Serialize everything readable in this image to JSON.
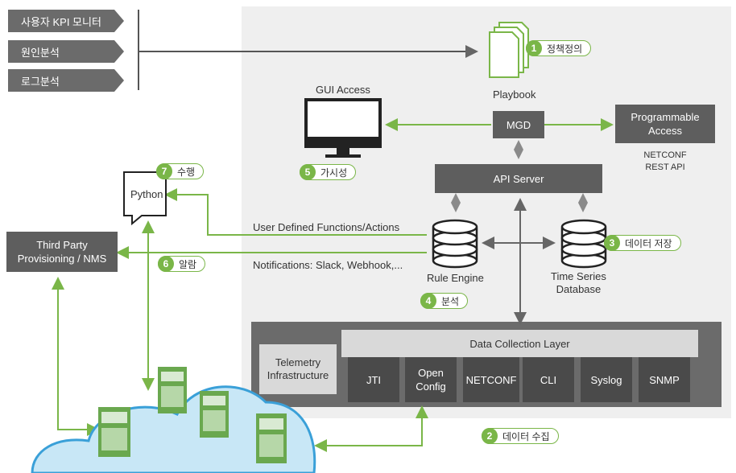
{
  "menu": [
    {
      "label": "사용자 KPI 모니터"
    },
    {
      "label": "원인분석"
    },
    {
      "label": "로그분석"
    }
  ],
  "steps": [
    {
      "num": "1",
      "label": "정책정의"
    },
    {
      "num": "2",
      "label": "데이터 수집"
    },
    {
      "num": "3",
      "label": "데이터 저장"
    },
    {
      "num": "4",
      "label": "분석"
    },
    {
      "num": "5",
      "label": "가시성"
    },
    {
      "num": "6",
      "label": "알람"
    },
    {
      "num": "7",
      "label": "수행"
    }
  ],
  "nodes": {
    "playbook": "Playbook",
    "gui_access": "GUI Access",
    "mgd": "MGD",
    "programmable_access": "Programmable Access",
    "netconf_rest": "NETCONF\nREST API",
    "api_server": "API Server",
    "rule_engine": "Rule Engine",
    "tsdb": "Time Series\nDatabase",
    "python": "Python",
    "third_party": "Third Party\nProvisioning / NMS",
    "telemetry_infra": "Telemetry\nInfrastructure",
    "data_collection_layer": "Data Collection Layer"
  },
  "flows": {
    "udf": "User Defined Functions/Actions",
    "notifications": "Notifications: Slack, Webhook,..."
  },
  "protocols": [
    "JTI",
    "Open\nConfig",
    "NETCONF",
    "CLI",
    "Syslog",
    "SNMP"
  ],
  "colors": {
    "accent_green": "#7ab648",
    "dark_box": "#5e5e5e",
    "panel": "#efefef"
  }
}
